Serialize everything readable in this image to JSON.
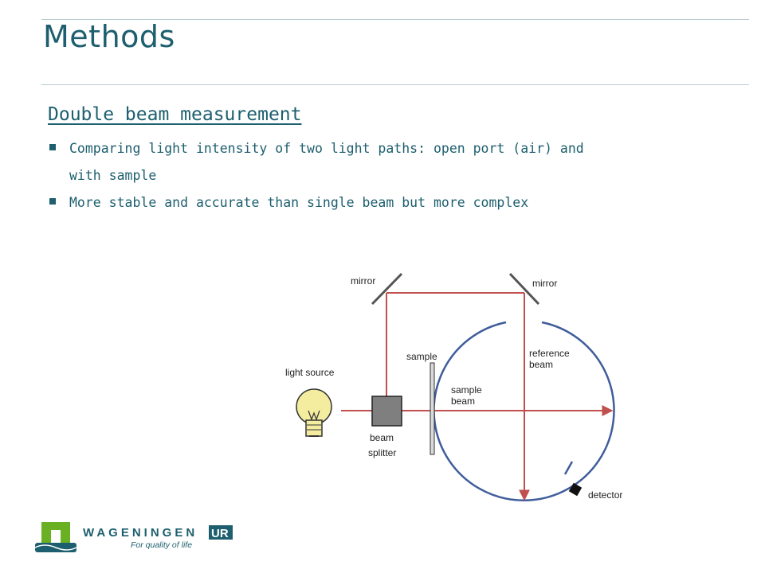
{
  "slide": {
    "title": "Methods",
    "subtitle": "Double beam measurement",
    "bullets": [
      {
        "line1": "Comparing light intensity of two light paths: open port (air) and",
        "line2": "with sample"
      },
      {
        "line1": "More stable and accurate than single beam but more complex",
        "line2": ""
      }
    ]
  },
  "diagram": {
    "labels": {
      "mirror_left": "mirror",
      "mirror_right": "mirror",
      "sample": "sample",
      "reference_beam_1": "reference",
      "reference_beam_2": "beam",
      "light_source": "light source",
      "sample_beam_1": "sample",
      "sample_beam_2": "beam",
      "beam_splitter_1": "beam",
      "beam_splitter_2": "splitter",
      "detector": "detector"
    },
    "colors": {
      "beam": "#c0504d",
      "sphere": "#3f5d9b",
      "bulb": "#f4ec9f",
      "splitter": "#7f7f7f"
    }
  },
  "footer": {
    "logo_word": "WAGENINGEN",
    "logo_ur": "UR",
    "logo_tagline": "For quality of life",
    "colors": {
      "logo_green": "#6ab023",
      "logo_teal": "#1d5f6e"
    }
  }
}
